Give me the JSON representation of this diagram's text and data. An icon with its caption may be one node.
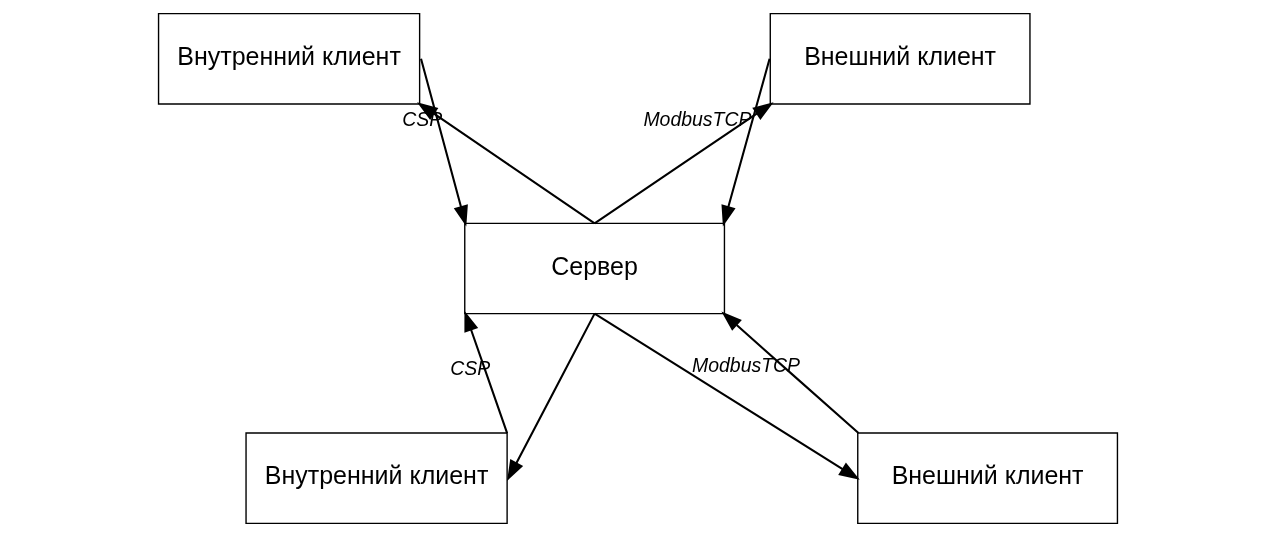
{
  "diagram": {
    "nodes": [
      {
        "text": [
          "Внутренний клиент"
        ]
      },
      {
        "text": [
          "Внешний клиент"
        ]
      },
      {
        "text": [
          "Сервер"
        ]
      },
      {
        "text": [
          "Внутренний клиент"
        ]
      },
      {
        "text": [
          "Внешний клиент"
        ]
      }
    ],
    "edges": [
      {
        "from": 2,
        "to": 0,
        "arrow": "to"
      },
      {
        "from": 0,
        "to": 2,
        "arrow": "to",
        "label": "CSP"
      },
      {
        "from": 2,
        "to": 1,
        "arrow": "to"
      },
      {
        "from": 1,
        "to": 2,
        "arrow": "to",
        "label": "ModbusTCP"
      },
      {
        "from": 3,
        "to": 2,
        "arrow": "to",
        "label": "CSP"
      },
      {
        "from": 2,
        "to": 3,
        "arrow": "to"
      },
      {
        "from": 4,
        "to": 2,
        "arrow": "to",
        "label": "ModbusTCP"
      },
      {
        "from": 2,
        "to": 4,
        "arrow": "to"
      }
    ]
  }
}
